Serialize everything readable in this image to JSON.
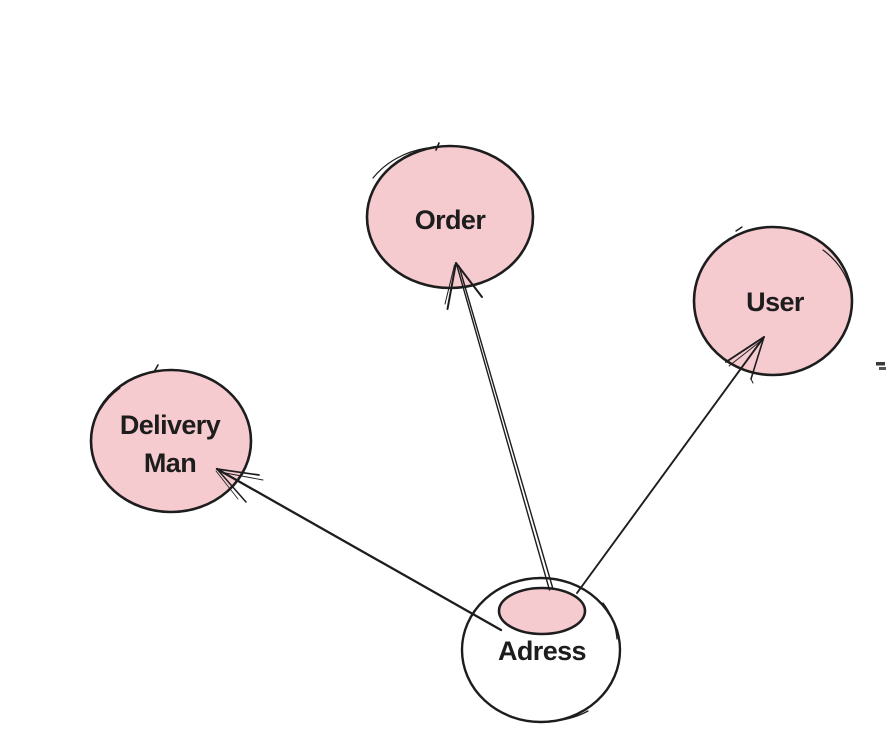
{
  "colors": {
    "ink": "#1d1d1d",
    "node_fill": "#f6cbd0",
    "background": "#ffffff"
  },
  "nodes": {
    "order": {
      "label": "Order"
    },
    "user": {
      "label": "User"
    },
    "delivery_man": {
      "label_line1": "Delivery",
      "label_line2": "Man"
    },
    "adress": {
      "label": "Adress"
    }
  },
  "edges": [
    {
      "from": "Adress",
      "to": "Order"
    },
    {
      "from": "Adress",
      "to": "User"
    },
    {
      "from": "Adress",
      "to": "Delivery Man"
    }
  ]
}
